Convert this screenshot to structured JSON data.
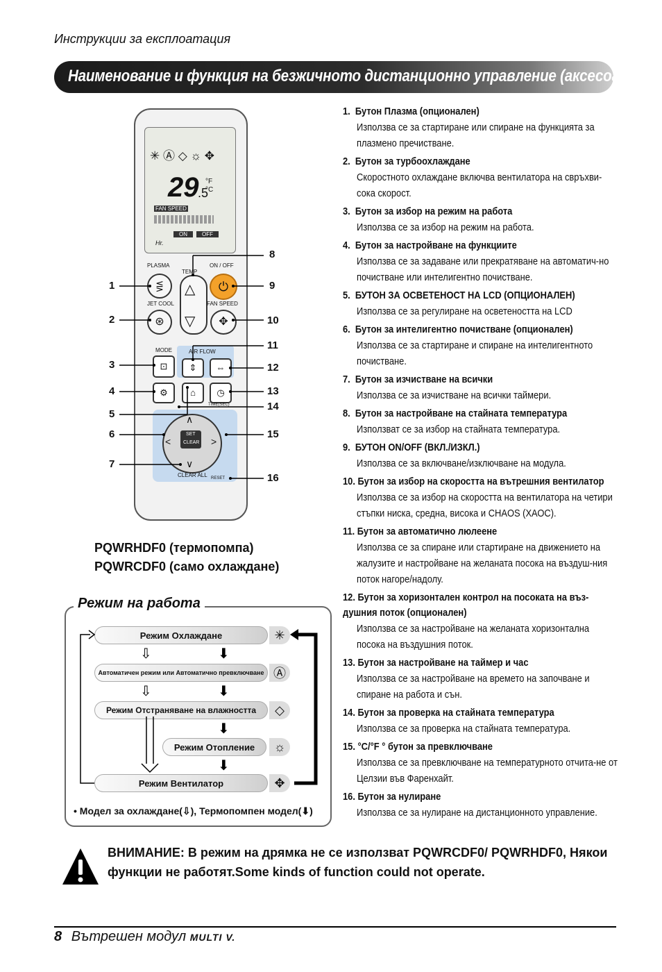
{
  "header": "Инструкции за експлоатация",
  "banner_title": "Наименование и функция на безжичното дистанционно управление (аксесоар)",
  "functions": [
    {
      "title": "1.  Бутон Плазма (опционален)",
      "desc": "Използва се за стартиране или спиране на функцията за плазмено пречистване."
    },
    {
      "title": "2.  Бутон за турбоохлаждане",
      "desc": "Скоростното охлаждане включва вентилатора на свръхви-сока скорост."
    },
    {
      "title": "3.  Бутон за избор на режим на работа",
      "desc": "Използва се за избор на режим на работа."
    },
    {
      "title": "4.  Бутон за настройване на функциите",
      "desc": "Използва се за задаване или прекратяване на автоматич-но почистване или интелигентно почистване."
    },
    {
      "title": "5.  БУТОН ЗА ОСВЕТЕНОСТ НА LCD (ОПЦИОНАЛЕН)",
      "desc": "Използва се за регулиране на осветеността на LCD"
    },
    {
      "title": "6.  Бутон за интелигентно почистване (опционален)",
      "desc": "Използва се за стартиране и спиране на интелигентното почистване."
    },
    {
      "title": "7.  Бутон за изчистване на всички",
      "desc": "Използва се за изчистване на всички таймери."
    },
    {
      "title": "8.  Бутон за настройване на стайната температура",
      "desc": "Използват се за избор на стайната температура."
    },
    {
      "title": "9.  БУТОН ON/OFF (ВКЛ./ИЗКЛ.)",
      "desc": "Използва се за включване/изключване на модула."
    },
    {
      "title": "10. Бутон за избор на скоростта на вътрешния вентилатор",
      "desc": "Използва се за избор на скоростта на вентилатора на четири стъпки ниска, средна, висока и CHAOS (ХАОС)."
    },
    {
      "title": "11. Бутон за автоматично люлеене",
      "desc": "Използва се за спиране или стартиране на движението на жалузите и настройване на желаната посока на въздуш-ния поток нагоре/надолу."
    },
    {
      "title": "12. Бутон за хоризонтален контрол на посоката на въз-\nдушния поток (опционален)",
      "desc": "Използва се за настройване на желаната хоризонтална посока на въздушния поток."
    },
    {
      "title": "13. Бутон за настройване на таймер и час",
      "desc": "Използва се за настройване на времето на започване и спиране на работа и сън."
    },
    {
      "title": "14. Бутон за проверка на стайната температура",
      "desc": "Използва се за проверка на стайната температура."
    },
    {
      "title": "15. °C/°F ° бутон за превключване",
      "desc": "Използва се за превключване на температурното отчита-не от Целзии във Фаренхайт."
    },
    {
      "title": "16. Бутон за нулиране",
      "desc": "Използва се за нулиране на дистанционното управление."
    }
  ],
  "remote": {
    "display_temp": "29",
    "display_temp_dec": ".5",
    "unit_f": "°F",
    "unit_c": "°C",
    "fan_speed": "FAN SPEED",
    "on": "ON",
    "off": "OFF",
    "hr": "Hr.",
    "plasma": "PLASMA",
    "temp": "TEMP",
    "onoff": "ON / OFF",
    "jet_cool": "JET COOL",
    "fan_speed_btn": "FAN SPEED",
    "mode": "MODE",
    "air_flow": "AIR FLOW",
    "timesec": "TIME(SEC)",
    "set": "SET",
    "clear": "CLEAR",
    "clear_all": "CLEAR ALL",
    "reset": "RESET",
    "callouts_left": [
      "1",
      "2",
      "3",
      "4",
      "5",
      "6",
      "7"
    ],
    "callouts_right": [
      "8",
      "9",
      "10",
      "11",
      "12",
      "13",
      "14",
      "15",
      "16"
    ]
  },
  "models": [
    "PQWRHDF0 (термопомпа)",
    "PQWRCDF0 (само охлаждане)"
  ],
  "mode_section": {
    "title": "Режим на работа",
    "modes": [
      "Режим Охлаждане",
      "Автоматичен режим или Автоматично превключване",
      "Режим Отстраняване на влажността",
      "Режим Отопление",
      "Режим Вентилатор"
    ],
    "note": "• Модел за охлаждане(⇩), Термопомпен модел(⬇)"
  },
  "warning": "ВНИМАНИЕ: В режим на дрямка не се използват PQWRCDF0/ PQWRHDF0, Някои функции не работят.Some kinds of function could not operate.",
  "footer": {
    "page": "8",
    "label": "Вътрешен модул",
    "brand": "MULTI V."
  }
}
